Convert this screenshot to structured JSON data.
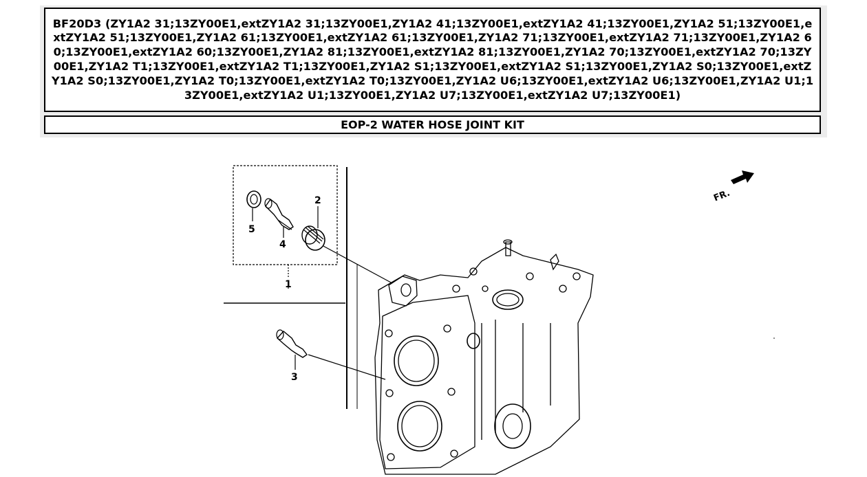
{
  "header": {
    "title": "BF20D3 (ZY1A2 31;13ZY00E1,extZY1A2 31;13ZY00E1,ZY1A2 41;13ZY00E1,extZY1A2 41;13ZY00E1,ZY1A2 51;13ZY00E1,extZY1A2 51;13ZY00E1,ZY1A2 61;13ZY00E1,extZY1A2 61;13ZY00E1,ZY1A2 71;13ZY00E1,extZY1A2 71;13ZY00E1,ZY1A2 60;13ZY00E1,extZY1A2 60;13ZY00E1,ZY1A2 81;13ZY00E1,extZY1A2 81;13ZY00E1,ZY1A2 70;13ZY00E1,extZY1A2 70;13ZY00E1,ZY1A2 T1;13ZY00E1,extZY1A2 T1;13ZY00E1,ZY1A2 S1;13ZY00E1,extZY1A2 S1;13ZY00E1,ZY1A2 S0;13ZY00E1,extZY1A2 S0;13ZY00E1,ZY1A2 T0;13ZY00E1,extZY1A2 T0;13ZY00E1,ZY1A2 U6;13ZY00E1,extZY1A2 U6;13ZY00E1,ZY1A2 U1;13ZY00E1,extZY1A2 U1;13ZY00E1,ZY1A2 U7;13ZY00E1,extZY1A2 U7;13ZY00E1)",
    "subtitle": "EOP-2 WATER HOSE JOINT KIT"
  },
  "diagram": {
    "callouts": [
      "1",
      "2",
      "3",
      "4",
      "5"
    ],
    "direction_label": "FR."
  }
}
